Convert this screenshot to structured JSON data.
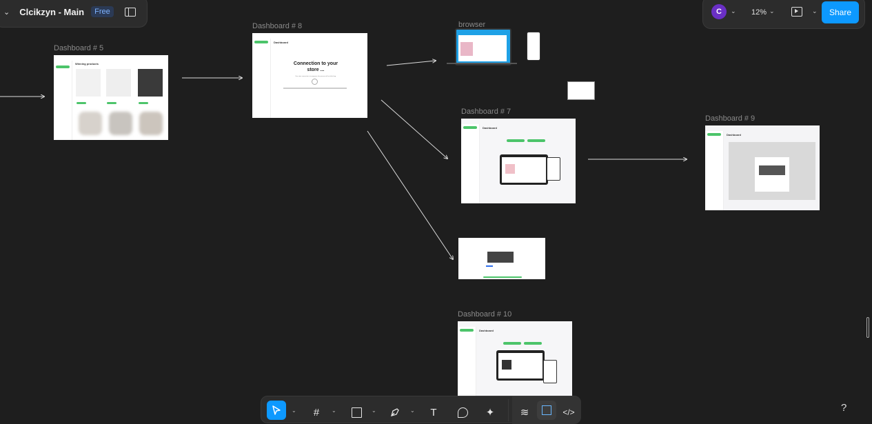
{
  "file": {
    "title": "Clcikzyn - Main",
    "plan_badge": "Free"
  },
  "top_right": {
    "avatar_initial": "C",
    "zoom": "12%",
    "share_label": "Share"
  },
  "frames": [
    {
      "id": "dash5",
      "label": "Dashboard  # 5",
      "heading": "Winning products"
    },
    {
      "id": "dash8",
      "label": "Dashboard  # 8",
      "heading": "Dashboard",
      "title": "Connection to your store ...",
      "subtitle": "Your store connection is in progress, this process will not take long."
    },
    {
      "id": "browser",
      "label": "browser"
    },
    {
      "id": "dash7",
      "label": "Dashboard  # 7",
      "heading": "Dashboard"
    },
    {
      "id": "dash9",
      "label": "Dashboard  # 9",
      "heading": "Dashboard"
    },
    {
      "id": "dash10",
      "label": "Dashboard  # 10",
      "heading": "Dashboard"
    }
  ],
  "toolbar": {
    "tools": [
      "move-tool",
      "frame-tool",
      "shape-tool",
      "pen-tool",
      "text-tool",
      "comment-tool",
      "actions-tool"
    ],
    "dev_tools": [
      "draw-tool",
      "design-mode",
      "dev-mode"
    ]
  },
  "help_label": "?",
  "colors": {
    "canvas": "#1e1e1e",
    "panel": "#2c2c2c",
    "accent": "#0d99ff",
    "green": "#4cc46a",
    "avatar": "#6a2fc5"
  }
}
